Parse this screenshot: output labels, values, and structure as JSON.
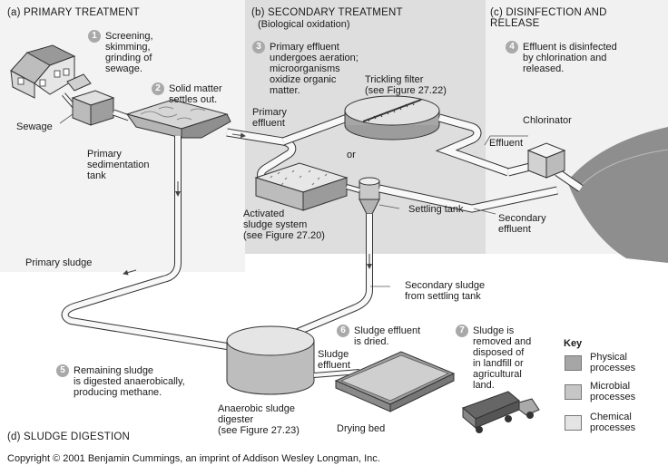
{
  "sections": {
    "primary": "(a) PRIMARY TREATMENT",
    "secondary": "(b) SECONDARY TREATMENT",
    "secondary_sub": "(Biological oxidation)",
    "disinfection": "(c) DISINFECTION AND\nRELEASE",
    "digestion": "(d) SLUDGE DIGESTION"
  },
  "steps": [
    {
      "num": "1",
      "text": "Screening,\nskimming,\ngrinding of\nsewage."
    },
    {
      "num": "2",
      "text": "Solid matter\nsettles out."
    },
    {
      "num": "3",
      "text": "Primary effluent\nundergoes aeration;\nmicroorganisms\noxidize organic\nmatter."
    },
    {
      "num": "4",
      "text": "Effluent is disinfected\nby chlorination and\nreleased."
    },
    {
      "num": "5",
      "text": "Remaining sludge\nis digested anaerobically,\nproducing methane."
    },
    {
      "num": "6",
      "text": "Sludge effluent\nis dried."
    },
    {
      "num": "7",
      "text": "Sludge is\nremoved and\ndisposed of\nin landfill or\nagricultural\nland."
    }
  ],
  "labels": {
    "sewage": "Sewage",
    "primary_tank": "Primary\nsedimentation\ntank",
    "primary_effluent": "Primary\neffluent",
    "trickling_filter": "Trickling filter\n(see Figure 27.22)",
    "or": "or",
    "effluent": "Effluent",
    "chlorinator": "Chlorinator",
    "activated_sludge": "Activated\nsludge system\n(see Figure 27.20)",
    "settling_tank": "Settling tank",
    "secondary_effluent": "Secondary\neffluent",
    "primary_sludge": "Primary sludge",
    "secondary_sludge": "Secondary sludge\nfrom settling tank",
    "sludge_effluent": "Sludge\neffluent",
    "digester": "Anaerobic sludge\ndigester\n(see Figure 27.23)",
    "drying_bed": "Drying bed"
  },
  "key": {
    "title": "Key",
    "items": [
      {
        "label": "Physical\nprocesses",
        "color": "#a6a6a6"
      },
      {
        "label": "Microbial\nprocesses",
        "color": "#c6c6c6"
      },
      {
        "label": "Chemical\nprocesses",
        "color": "#e4e4e4"
      }
    ]
  },
  "copyright": "Copyright © 2001 Benjamin Cummings, an imprint of Addison Wesley Longman, Inc."
}
